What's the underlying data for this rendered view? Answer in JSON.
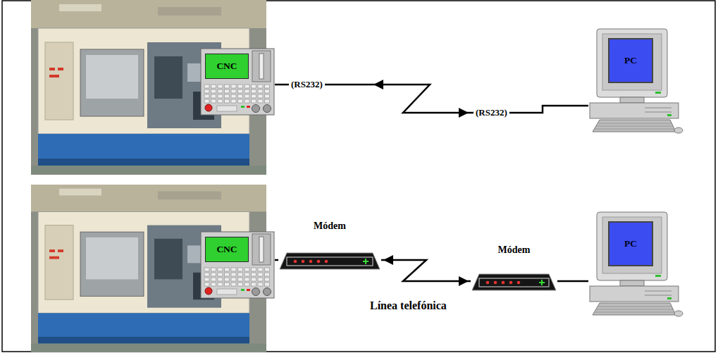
{
  "diagram": {
    "nodes": [
      {
        "text": [
          "CNC"
        ]
      },
      {
        "text": [
          "PC"
        ]
      },
      {
        "text": [
          "CNC"
        ]
      },
      {
        "text": [
          "Módem"
        ]
      },
      {
        "text": [
          "Módem"
        ]
      },
      {
        "text": [
          "PC"
        ]
      }
    ],
    "edges": [
      {
        "from": 0,
        "to": 1,
        "arrow": "both"
      },
      {
        "from": 2,
        "to": 3,
        "arrow": "none"
      },
      {
        "from": 3,
        "to": 4,
        "label": "Línea telefónica",
        "arrow": "both"
      },
      {
        "from": 4,
        "to": 5,
        "arrow": "none"
      }
    ],
    "labels": [
      "(RS232)",
      "(RS232)"
    ]
  }
}
